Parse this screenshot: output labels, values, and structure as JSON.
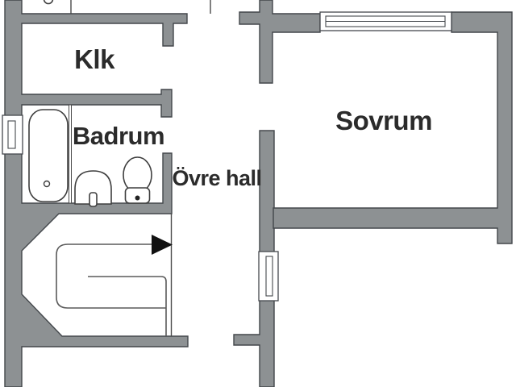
{
  "floorplan": {
    "type": "apartment-upper-floor-plan",
    "rooms": [
      {
        "id": "klk",
        "name": "Klk"
      },
      {
        "id": "badrum",
        "name": "Badrum"
      },
      {
        "id": "ovre-hall",
        "name": "Övre hall"
      },
      {
        "id": "sovrum",
        "name": "Sovrum"
      }
    ],
    "fixtures": [
      "bathtub-icon",
      "sink-icon",
      "toilet-icon",
      "staircase-icon",
      "stair-direction-arrow-icon",
      "window-icon-left-wall",
      "window-icon-center-wall",
      "window-icon-sovrum-top-wall"
    ],
    "colors": {
      "wall": "#8d9193",
      "wall_outline": "#43474b",
      "background": "#ffffff",
      "text": "#2b2b2b",
      "fixture_outline": "#3e3e3e",
      "stair_line": "#5a5a5a",
      "arrow": "#111111"
    }
  }
}
